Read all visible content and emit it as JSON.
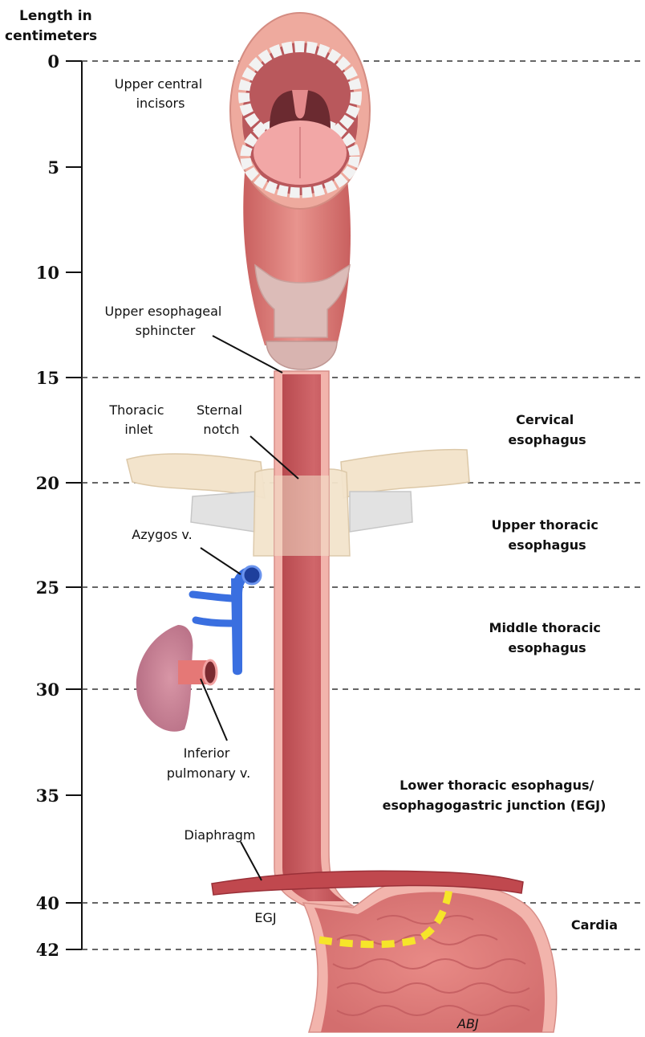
{
  "axis": {
    "title_line1": "Length in",
    "title_line2": "centimeters",
    "ticks": [
      "0",
      "5",
      "10",
      "15",
      "20",
      "25",
      "30",
      "35",
      "40",
      "42"
    ]
  },
  "labels": {
    "incisors_line1": "Upper central",
    "incisors_line2": "incisors",
    "ues_line1": "Upper esophageal",
    "ues_line2": "sphincter",
    "thoracic_inlet_line1": "Thoracic",
    "thoracic_inlet_line2": "inlet",
    "sternal_notch_line1": "Sternal",
    "sternal_notch_line2": "notch",
    "azygos": "Azygos v.",
    "inferior_pulm_line1": "Inferior",
    "inferior_pulm_line2": "pulmonary v.",
    "diaphragm": "Diaphragm",
    "egj_short": "EGJ",
    "signature": "ABJ"
  },
  "regions": {
    "cervical_line1": "Cervical",
    "cervical_line2": "esophagus",
    "upper_thoracic_line1": "Upper thoracic",
    "upper_thoracic_line2": "esophagus",
    "middle_thoracic_line1": "Middle thoracic",
    "middle_thoracic_line2": "esophagus",
    "lower_line1": "Lower thoracic esophagus/",
    "lower_line2": "esophagogastric junction (EGJ)",
    "cardia": "Cardia"
  },
  "colors": {
    "esophagus": "#c8585c",
    "esophagus_wall": "#f0b0aa",
    "stomach": "#e58a86",
    "bone": "#f3e4cc",
    "cartilage": "#dcbcb8",
    "vein": "#3a6fe0",
    "diaphragm": "#b8464c",
    "egj_line": "#f6e52a",
    "lung": "#c77f95"
  }
}
